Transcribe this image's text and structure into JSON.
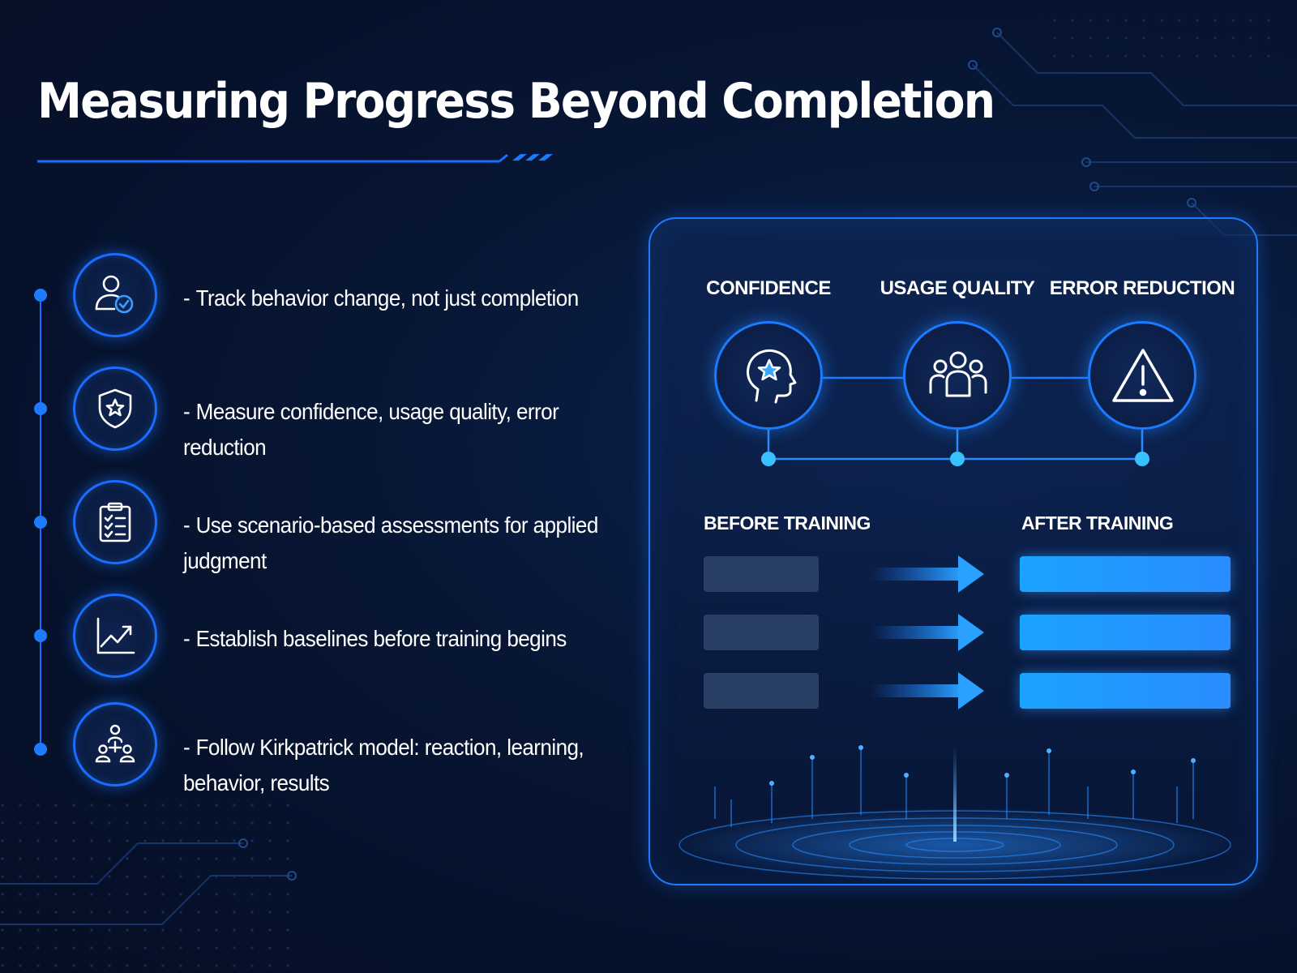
{
  "title": "Measuring Progress Beyond Completion",
  "bullets": [
    {
      "dash": "-",
      "text": "Track behavior change, not just completion",
      "icon": "user-check-icon"
    },
    {
      "dash": "-",
      "text": "Measure confidence, usage quality, error reduction",
      "icon": "shield-star-icon"
    },
    {
      "dash": "-",
      "text": "Use scenario-based assessments for applied judgment",
      "icon": "clipboard-checklist-icon"
    },
    {
      "dash": "-",
      "text": "Establish baselines before training begins",
      "icon": "trend-chart-icon"
    },
    {
      "dash": "-",
      "text": "Follow Kirkpatrick model: reaction, learning, behavior, results",
      "icon": "hierarchy-people-icon"
    }
  ],
  "panel": {
    "metrics": [
      {
        "label": "CONFIDENCE",
        "icon": "head-star-icon"
      },
      {
        "label": "USAGE QUALITY",
        "icon": "group-people-icon"
      },
      {
        "label": "ERROR REDUCTION",
        "icon": "warning-triangle-icon"
      }
    ],
    "before_label": "BEFORE TRAINING",
    "after_label": "AFTER TRAINING"
  },
  "colors": {
    "accent": "#1a7bff",
    "after_bar": "#1aa3ff",
    "before_bar": "#2a3f66",
    "background": "#071634"
  }
}
